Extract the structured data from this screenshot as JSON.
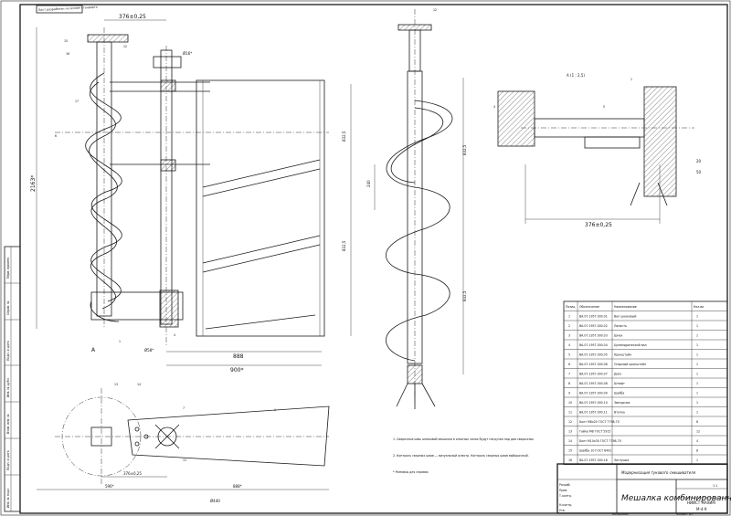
{
  "top_note": "Лист разработан на основе стандарта",
  "dims": {
    "top_width": "376±0,25",
    "height_total": "2163*",
    "d16": "Ø16*",
    "d58": "Ø58*",
    "w888": "888",
    "w900": "900*",
    "h832_1": "832,5",
    "h832_2": "832,5",
    "h832_3": "832,5",
    "h832_4": "832,5",
    "h240": "240",
    "plan_596": "596*",
    "plan_376": "376±0,25",
    "plan_888": "888*",
    "plan_440": "Ø440",
    "detail_376": "376±0,25",
    "detail_20": "20",
    "detail_50": "50"
  },
  "callouts": {
    "c1": "1",
    "c2": "2",
    "c4": "4",
    "c5": "5",
    "c6": "6",
    "c7": "7",
    "c11": "11",
    "c12": "12",
    "c13": "13",
    "c14": "14",
    "c15": "15",
    "c16": "16",
    "c17": "17",
    "view_a": "А",
    "detail_label": "А (1 : 2,5)"
  },
  "notes": {
    "n1": "1. Сварочные швы шнековой мешалки в опасных зонах будут нагрузки под два сварочных",
    "n2": "2. Контроль сварных швов — визуальный осмотр. Контроль сварных швов выборочный.",
    "n3": "* Размеры для справок"
  },
  "bom": {
    "headers": [
      "Позиц.",
      "Обозначение",
      "Наименование",
      "Кол-во"
    ],
    "rows": [
      [
        "1",
        "ВА.07.1957.000.01",
        "Вал шнековый",
        "1"
      ],
      [
        "2",
        "ВА.07.1957.000.02",
        "Лопасть",
        "1"
      ],
      [
        "3",
        "ВА.07.1957.000.03",
        "Шнек",
        "1"
      ],
      [
        "4",
        "ВА.07.1957.000.04",
        "Цилиндрический вал",
        "1"
      ],
      [
        "5",
        "ВА.07.1957.000.05",
        "Кронштейн",
        "1"
      ],
      [
        "6",
        "ВА.07.1957.000.06",
        "Опорный кронштейн",
        "1"
      ],
      [
        "7",
        "ВА.07.1957.000.07",
        "Диск",
        "1"
      ],
      [
        "8",
        "ВА.07.1957.000.08",
        "Штифт",
        "1"
      ],
      [
        "9",
        "ВА.07.1957.000.09",
        "Шайба",
        "1"
      ],
      [
        "10",
        "ВА.07.1957.000.10",
        "Звездочка",
        "1"
      ],
      [
        "11",
        "ВА.07.1957.000.11",
        "Втулка",
        "1"
      ],
      [
        "12",
        "Болт М8х20 ГОСТ 7798-70",
        "",
        "8"
      ],
      [
        "13",
        "Гайка М8 ГОСТ 5915",
        "",
        "12"
      ],
      [
        "14",
        "Болт М10х30 ГОСТ 7798-70",
        "",
        "4"
      ],
      [
        "15",
        "Шайба 10 ГОСТ 6402",
        "",
        "8"
      ],
      [
        "16",
        "ВА.07.1957.000.16",
        "Заглушка",
        "1"
      ]
    ]
  },
  "stamp": {
    "doc_title": "Модернизация тукового смешивателя",
    "drawing_name": "Мешалка комбинированная",
    "org": "НИИСТ МАХИМ",
    "code": "М-4-9",
    "scale": "1:1",
    "sheet": "Лист",
    "sheets": "Листов",
    "mass": "Масса",
    "masshtab": "Масштаб",
    "copied": "Копировал",
    "format": "Формат А1",
    "roles": [
      "Разраб.",
      "Пров.",
      "Т.контр.",
      "Н.контр.",
      "Утв."
    ],
    "cols": [
      "Изм.",
      "Лист",
      "№ докум.",
      "Подп.",
      "Дата"
    ]
  },
  "side_strip": [
    "Перв. примен.",
    "Справ. №",
    "Подп. и дата",
    "Инв. № дубл.",
    "Взам. инв. №",
    "Подп. и дата",
    "Инв. № подл."
  ]
}
